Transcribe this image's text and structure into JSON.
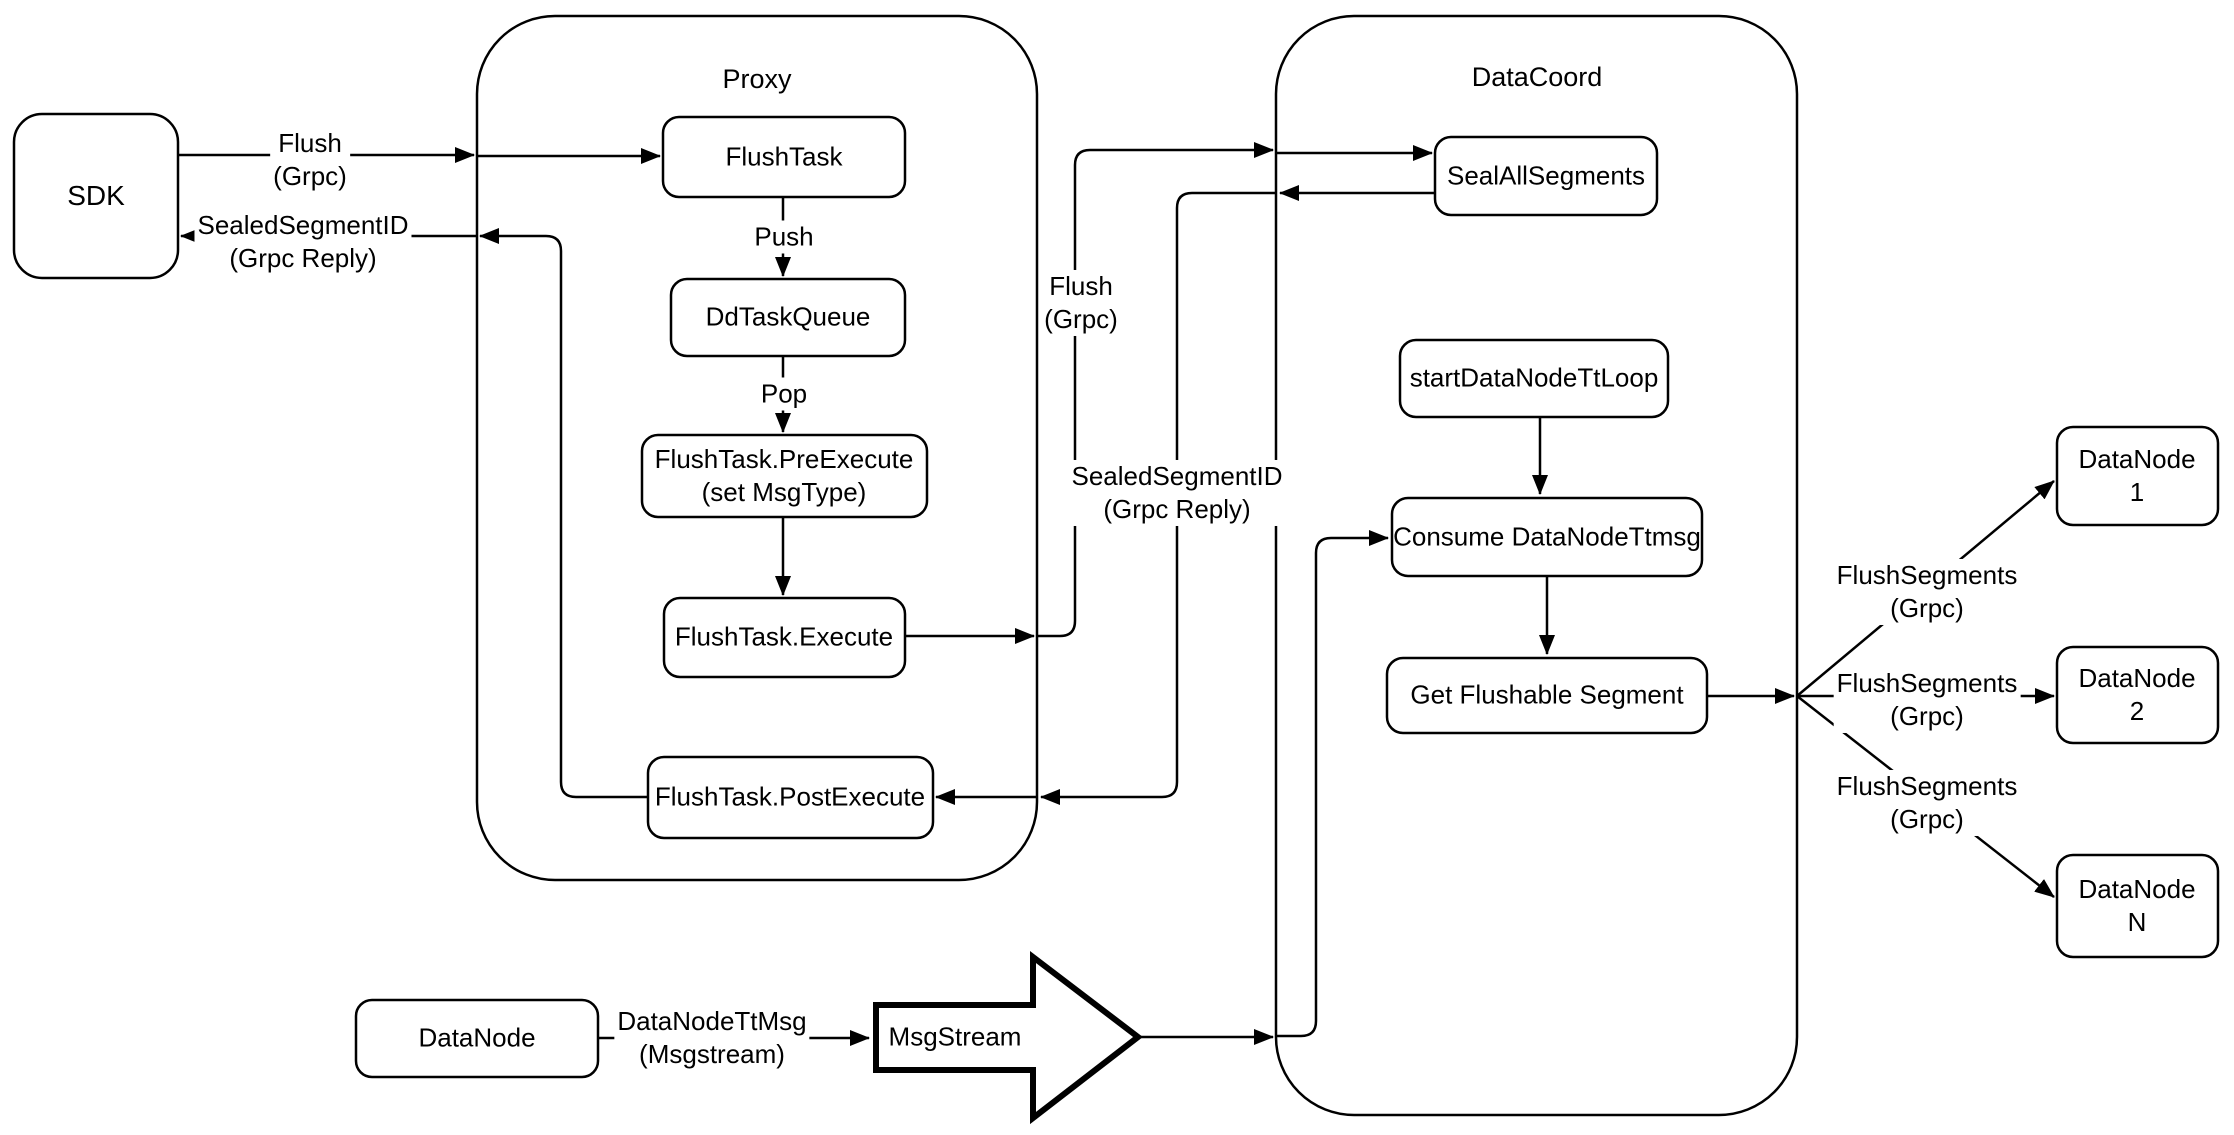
{
  "diagram": {
    "containers": {
      "proxy": {
        "title": "Proxy"
      },
      "datacoord": {
        "title": "DataCoord"
      }
    },
    "nodes": {
      "sdk": "SDK",
      "flush_task": "FlushTask",
      "dd_task_queue": "DdTaskQueue",
      "pre_execute": "FlushTask.PreExecute\n(set MsgType)",
      "execute": "FlushTask.Execute",
      "post_execute": "FlushTask.PostExecute",
      "seal_all_segments": "SealAllSegments",
      "start_datanode_tt_loop": "startDataNodeTtLoop",
      "consume_datanode_ttmsg": "Consume DataNodeTtmsg",
      "get_flushable_segment": "Get Flushable Segment",
      "datanode_1": "DataNode 1",
      "datanode_2": "DataNode 2",
      "datanode_n": "DataNode N",
      "datanode": "DataNode",
      "msgstream": "MsgStream"
    },
    "edge_labels": {
      "sdk_flush": "Flush\n(Grpc)",
      "sdk_reply": "SealedSegmentID\n(Grpc Reply)",
      "push": "Push",
      "pop": "Pop",
      "proxy_flush": "Flush\n(Grpc)",
      "proxy_reply": "SealedSegmentID\n(Grpc Reply)",
      "flush_segments_1": "FlushSegments\n(Grpc)",
      "flush_segments_2": "FlushSegments\n(Grpc)",
      "flush_segments_n": "FlushSegments\n(Grpc)",
      "datanode_tt_msg": "DataNodeTtMsg\n(Msgstream)"
    },
    "colors": {
      "stroke": "#000000",
      "fill": "#ffffff",
      "background": "#ffffff"
    }
  }
}
